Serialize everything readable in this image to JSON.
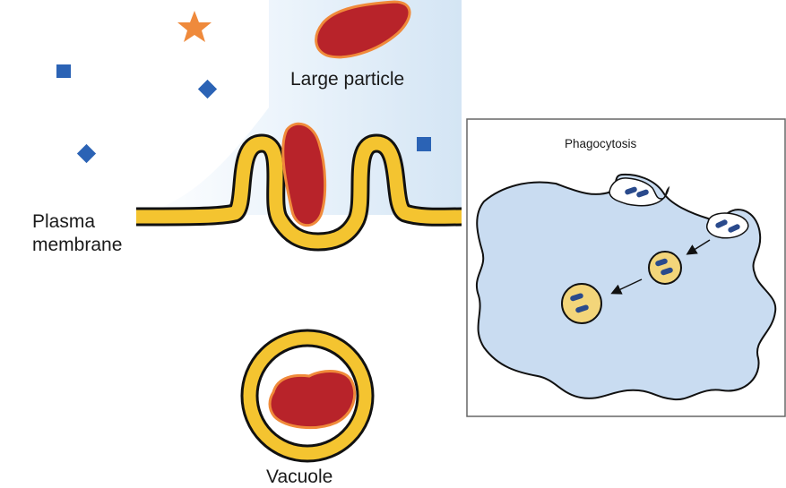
{
  "labels": {
    "large_particle": "Large particle",
    "plasma": "Plasma",
    "membrane": "membrane",
    "vacuole": "Vacuole",
    "phagocytosis": "Phagocytosis"
  },
  "colors": {
    "membrane_yellow": "#f4c430",
    "outline": "#111111",
    "particle_red": "#b8232a",
    "particle_orange": "#f08a3a",
    "molecule_blue": "#2b63b5",
    "star_orange": "#ef8a3c",
    "cell_blue": "#c9dcf1",
    "vesicle_yellow": "#f3d57a"
  },
  "icons": {
    "star": "star-icon",
    "square": "square-molecule-icon",
    "diamond": "diamond-molecule-icon",
    "arrow": "arrow-icon"
  }
}
